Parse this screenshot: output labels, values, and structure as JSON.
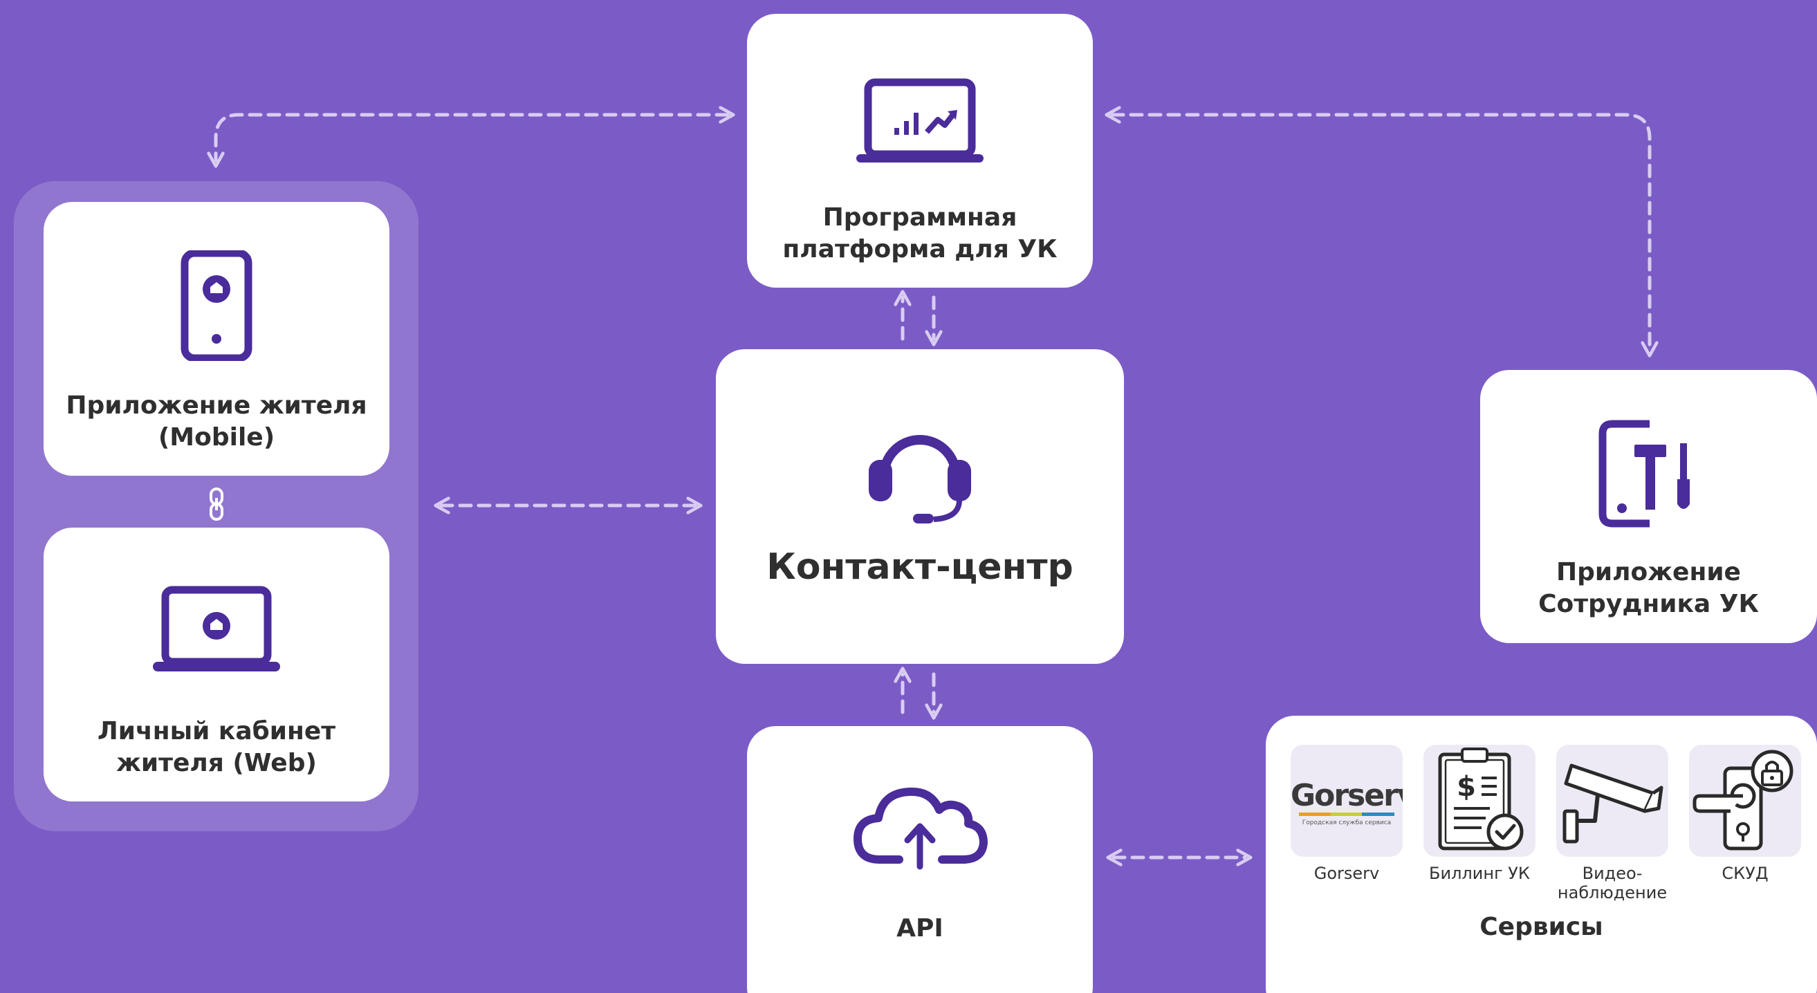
{
  "nodes": {
    "platform": {
      "label_line1": "Программная",
      "label_line2": "платформа для УК",
      "icon": "laptop-chart-icon"
    },
    "contact_center": {
      "label": "Контакт-центр",
      "icon": "headset-icon"
    },
    "resident_mobile": {
      "label_line1": "Приложение жителя",
      "label_line2": "(Mobile)",
      "icon": "phone-home-icon"
    },
    "resident_web": {
      "label_line1": "Личный кабинет",
      "label_line2": "жителя (Web)",
      "icon": "laptop-home-icon"
    },
    "staff_app": {
      "label_line1": "Приложение",
      "label_line2": "Сотрудника УК",
      "icon": "tablet-tools-icon"
    },
    "api": {
      "label": "API",
      "icon": "cloud-upload-icon"
    },
    "services": {
      "title": "Сервисы",
      "items": [
        {
          "label": "Gorserv",
          "icon": "gorserv-logo",
          "logo_text": "Gorserv",
          "logo_subtext": "Городская служба сервиса"
        },
        {
          "label": "Биллинг УК",
          "icon": "billing-clipboard-icon"
        },
        {
          "label_line1": "Видео-",
          "label_line2": "наблюдение",
          "icon": "cctv-camera-icon"
        },
        {
          "label": "СКУД",
          "icon": "door-lock-icon"
        }
      ]
    }
  },
  "link_icon": "link-chain-icon",
  "colors": {
    "background": "#7B5CC6",
    "card": "#FFFFFF",
    "icon": "#4A2C9A",
    "connector": "#D9CCF2",
    "text": "#2F2F2F"
  }
}
